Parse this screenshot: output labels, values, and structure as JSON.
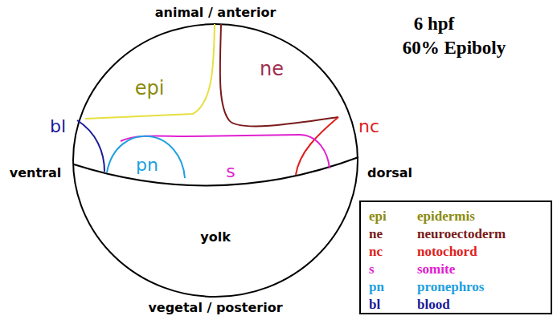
{
  "diagram": {
    "labels": [
      "animal / anterior",
      "6 hpf",
      "60% Epiboly",
      "epi",
      "ne",
      "bl",
      "nc",
      "ventral",
      "pn",
      "s",
      "dorsal",
      "yolk",
      "vegetal / posterior",
      "epi",
      "ne",
      "nc",
      "s",
      "pn",
      "bl"
    ],
    "legend": [
      {
        "text": "epidermis",
        "color": "#8b8b10"
      },
      {
        "text": "neuroectoderm",
        "color": "#7a1a1a"
      },
      {
        "text": "notochord",
        "color": "#e02020"
      },
      {
        "text": "somite",
        "color": "#e020d0"
      },
      {
        "text": "pronephros",
        "color": "#20a0e0"
      },
      {
        "text": "blood",
        "color": "#1a1a9a"
      }
    ]
  }
}
